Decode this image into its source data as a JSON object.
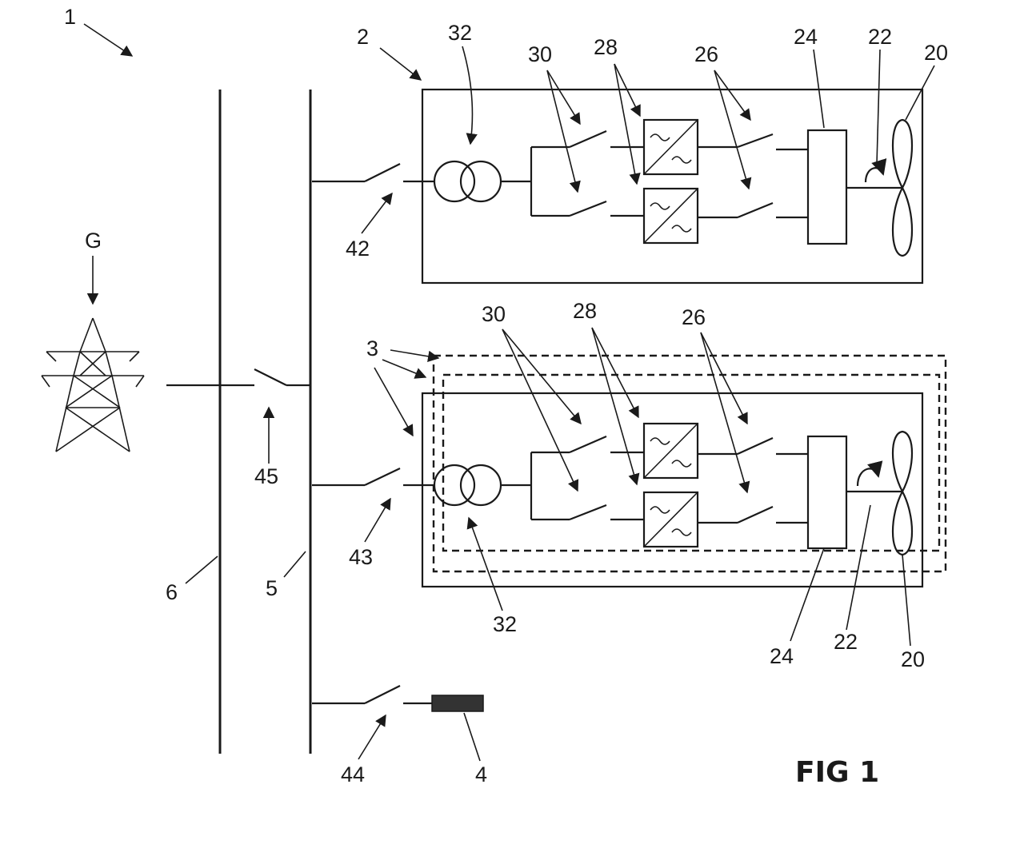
{
  "figure_title": "FIG 1",
  "labels": {
    "system": "1",
    "grid": "G",
    "wind_turbine": "2",
    "wind_turbine_b": "3",
    "energy_storage": "4",
    "internal_bus": "5",
    "external_bus": "6",
    "rotor": "20",
    "shaft": "22",
    "generator": "24",
    "generator_switches": "26",
    "converters": "28",
    "converter_switches": "30",
    "transformer": "32",
    "breaker_turbine_a": "42",
    "breaker_turbine_b": "43",
    "breaker_storage": "44",
    "breaker_grid": "45"
  }
}
